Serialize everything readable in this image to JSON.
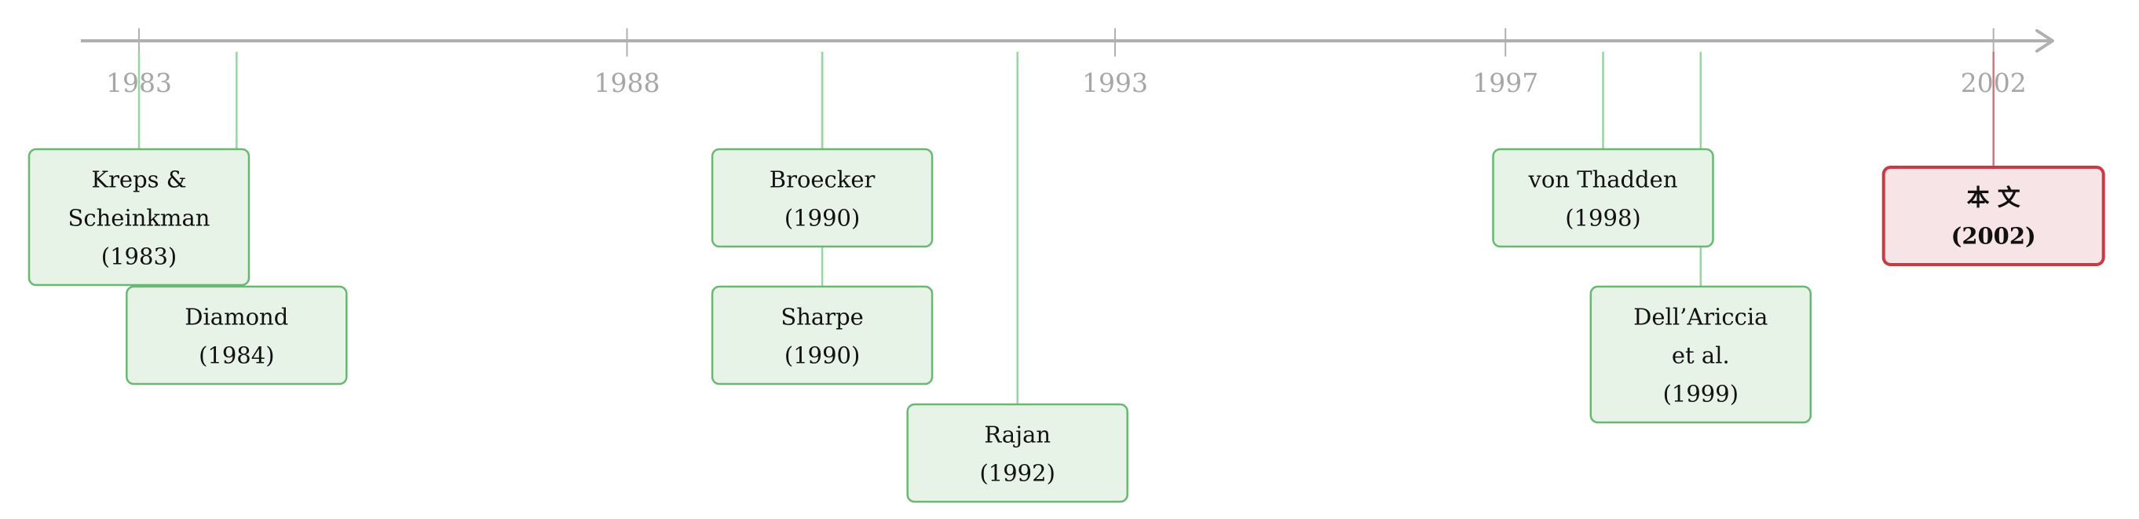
{
  "colors": {
    "axis": "#b0b0b0",
    "tick_label": "#a6a6a6",
    "event_fill": "#e8f3e8",
    "event_stroke": "#69b872",
    "connector": "#9bd3a3",
    "current_fill": "#f7e4e6",
    "current_stroke": "#c93a44",
    "current_connector": "#d9707b",
    "text": "#111111"
  },
  "axis": {
    "min_year": 1982,
    "max_year": 2003.1,
    "ticks": [
      1983,
      1988,
      1993,
      1997,
      2002
    ],
    "tick_labels": [
      "1983",
      "1988",
      "1993",
      "1997",
      "2002"
    ]
  },
  "events": [
    {
      "id": "kreps-scheinkman",
      "year": 1983,
      "lane": "upper",
      "lines": [
        "Kreps &",
        "Scheinkman",
        "(1983)"
      ]
    },
    {
      "id": "diamond",
      "year": 1984,
      "lane": "middle",
      "lines": [
        "Diamond",
        "(1984)"
      ]
    },
    {
      "id": "broecker",
      "year": 1990,
      "lane": "upper",
      "lines": [
        "Broecker",
        "(1990)"
      ]
    },
    {
      "id": "sharpe",
      "year": 1990,
      "lane": "middle",
      "lines": [
        "Sharpe",
        "(1990)"
      ]
    },
    {
      "id": "rajan",
      "year": 1992,
      "lane": "lower",
      "lines": [
        "Rajan",
        "(1992)"
      ]
    },
    {
      "id": "von-thadden",
      "year": 1998,
      "lane": "upper",
      "lines": [
        "von Thadden",
        "(1998)"
      ]
    },
    {
      "id": "dellariccia",
      "year": 1999,
      "lane": "middle",
      "lines": [
        "Dell’Ariccia",
        "et al.",
        "(1999)"
      ]
    },
    {
      "id": "this-paper",
      "year": 2002,
      "lane": "upper",
      "current": true,
      "lines": [
        "本 文",
        "(2002)"
      ]
    }
  ]
}
